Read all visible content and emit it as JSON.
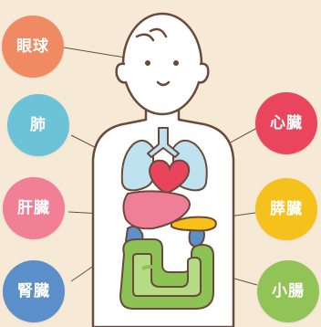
{
  "labels": {
    "eye": "眼球",
    "lung": "肺",
    "liver": "肝臓",
    "kidney": "腎臓",
    "heart": "心臓",
    "pancreas": "膵臓",
    "intestine": "小腸"
  },
  "colors": {
    "background": "#f6ead7",
    "eye_badge": "#f08a63",
    "lung_badge": "#6cc3d8",
    "liver_badge": "#f17f96",
    "kidney_badge": "#5a8fc9",
    "heart_badge": "#e9455d",
    "pancreas_badge": "#f5c11c",
    "intestine_badge": "#92c356",
    "outline": "#6b4a3a",
    "lung_fill": "#bfe2f0",
    "heart_fill": "#e8455d",
    "liver_fill": "#ee7f97",
    "pancreas_fill": "#f7c116",
    "kidney_fill": "#5b90cb",
    "intestine_fill": "#8dc255"
  }
}
